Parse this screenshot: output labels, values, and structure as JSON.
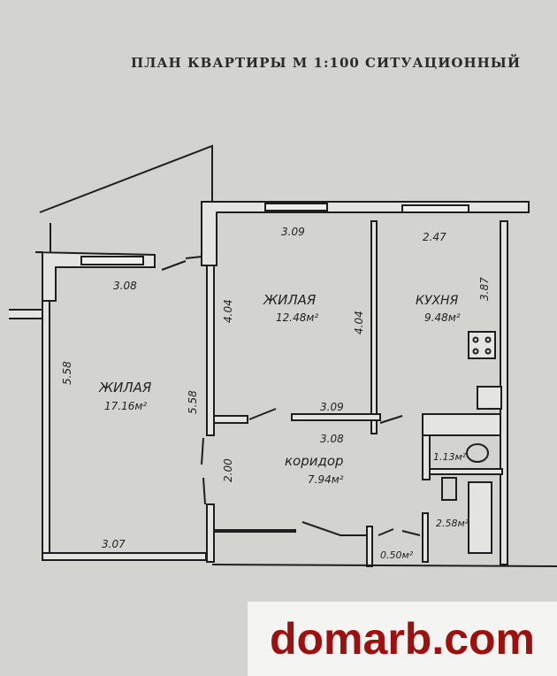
{
  "title": "ПЛАН КВАРТИРЫ М 1:100  СИТУАЦИОННЫЙ",
  "rooms": {
    "living_large": {
      "name": "ЖИЛАЯ",
      "area": "17.16м²"
    },
    "living_small": {
      "name": "ЖИЛАЯ",
      "area": "12.48м²"
    },
    "kitchen": {
      "name": "КУХНЯ",
      "area": "9.48м²"
    },
    "corridor": {
      "name": "коридор",
      "area": "7.94м²"
    },
    "bath": {
      "area": "2.58м²"
    },
    "wc": {
      "area": "1.13м²"
    },
    "closet": {
      "area": "0.50м²"
    }
  },
  "dimensions": {
    "d1": "3.08",
    "d2": "3.09",
    "d3": "2.47",
    "d4": "3.87",
    "d5": "4.04",
    "d6": "4.04",
    "d7": "5.58",
    "d8": "5.58",
    "d9": "3.09",
    "d10": "3.08",
    "d11": "2.00",
    "d12": "3.07"
  },
  "watermark": "domarb.com"
}
